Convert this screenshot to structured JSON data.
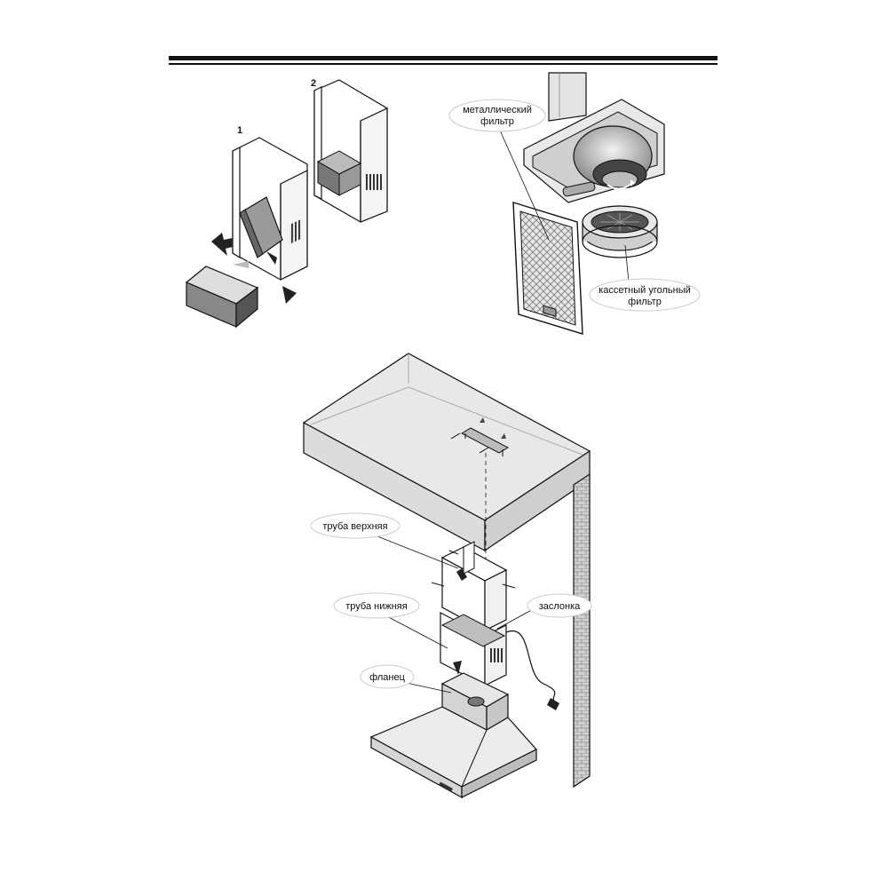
{
  "step_numbers": [
    "1",
    "2"
  ],
  "labels": {
    "metal_filter_line1": "металлический",
    "metal_filter_line2": "фильтр",
    "carbon_filter_line1": "кассетный угольный",
    "carbon_filter_line2": "фильтр",
    "upper_pipe": "труба верхняя",
    "lower_pipe": "труба нижняя",
    "damper": "заслонка",
    "flange": "фланец"
  },
  "colors": {
    "line": "#111111",
    "gray_light": "#d9d9d9",
    "gray_mid": "#9a9a9a",
    "gray_dark": "#555555",
    "bubble": "#ffffff"
  }
}
